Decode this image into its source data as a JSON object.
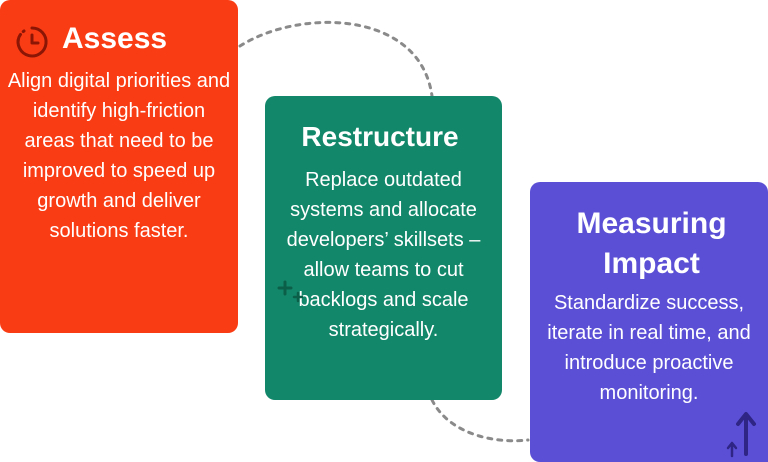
{
  "steps": [
    {
      "title": "Assess",
      "description": "Align digital priorities and identify high-friction areas that need to be improved to speed up growth and deliver solutions faster.",
      "color": "#fa3c14",
      "icon": "clock-icon"
    },
    {
      "title": "Restructure",
      "description": "Replace outdated systems and allocate developers’ skillsets – allow teams to cut backlogs and scale strategically.",
      "color": "#13876a",
      "icon": "plus-icon"
    },
    {
      "title": "Measuring Impact",
      "description": "Standardize success, iterate in real time, and introduce proactive monitoring.",
      "color": "#5b4fd6",
      "icon": "arrow-up-icon"
    }
  ]
}
